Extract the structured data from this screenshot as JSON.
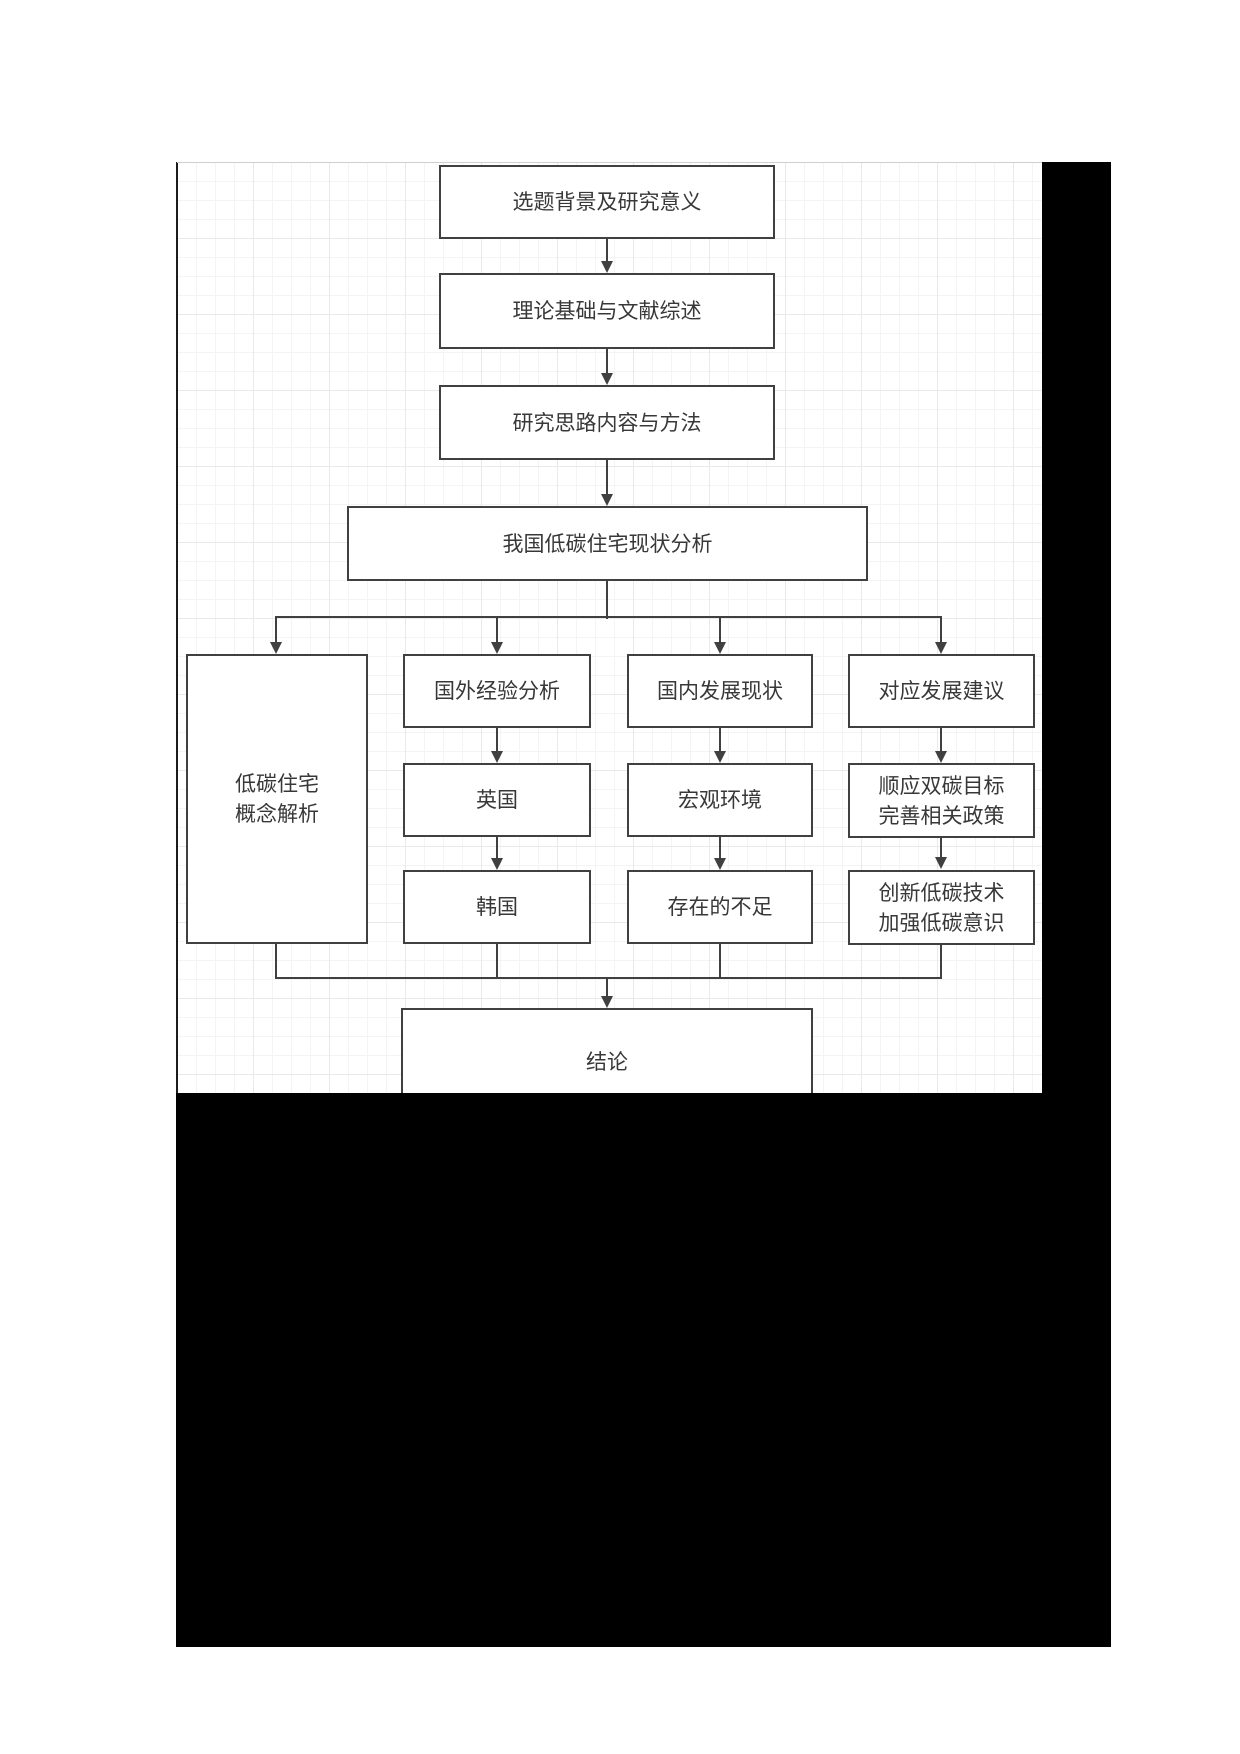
{
  "page": {
    "background": "#ffffff",
    "stroke_color": "#404040",
    "text_color": "#383838",
    "grid_minor_color": "#f4f4f4",
    "grid_major_color": "#e9e9e9",
    "mask_color": "#000000"
  },
  "flowchart": {
    "nodes": {
      "topic_background": "选题背景及研究意义",
      "theory_literature": "理论基础与文献综述",
      "research_method": "研究思路内容与方法",
      "status_analysis": "我国低碳住宅现状分析",
      "concept_analysis": "低碳住宅\n概念解析",
      "foreign_experience": "国外经验分析",
      "uk": "英国",
      "korea": "韩国",
      "domestic_status": "国内发展现状",
      "macro_environment": "宏观环境",
      "deficiencies": "存在的不足",
      "development_suggestions": "对应发展建议",
      "dual_carbon_policy": "顺应双碳目标\n完善相关政策",
      "low_carbon_tech": "创新低碳技术\n加强低碳意识",
      "conclusion": "结论"
    }
  }
}
